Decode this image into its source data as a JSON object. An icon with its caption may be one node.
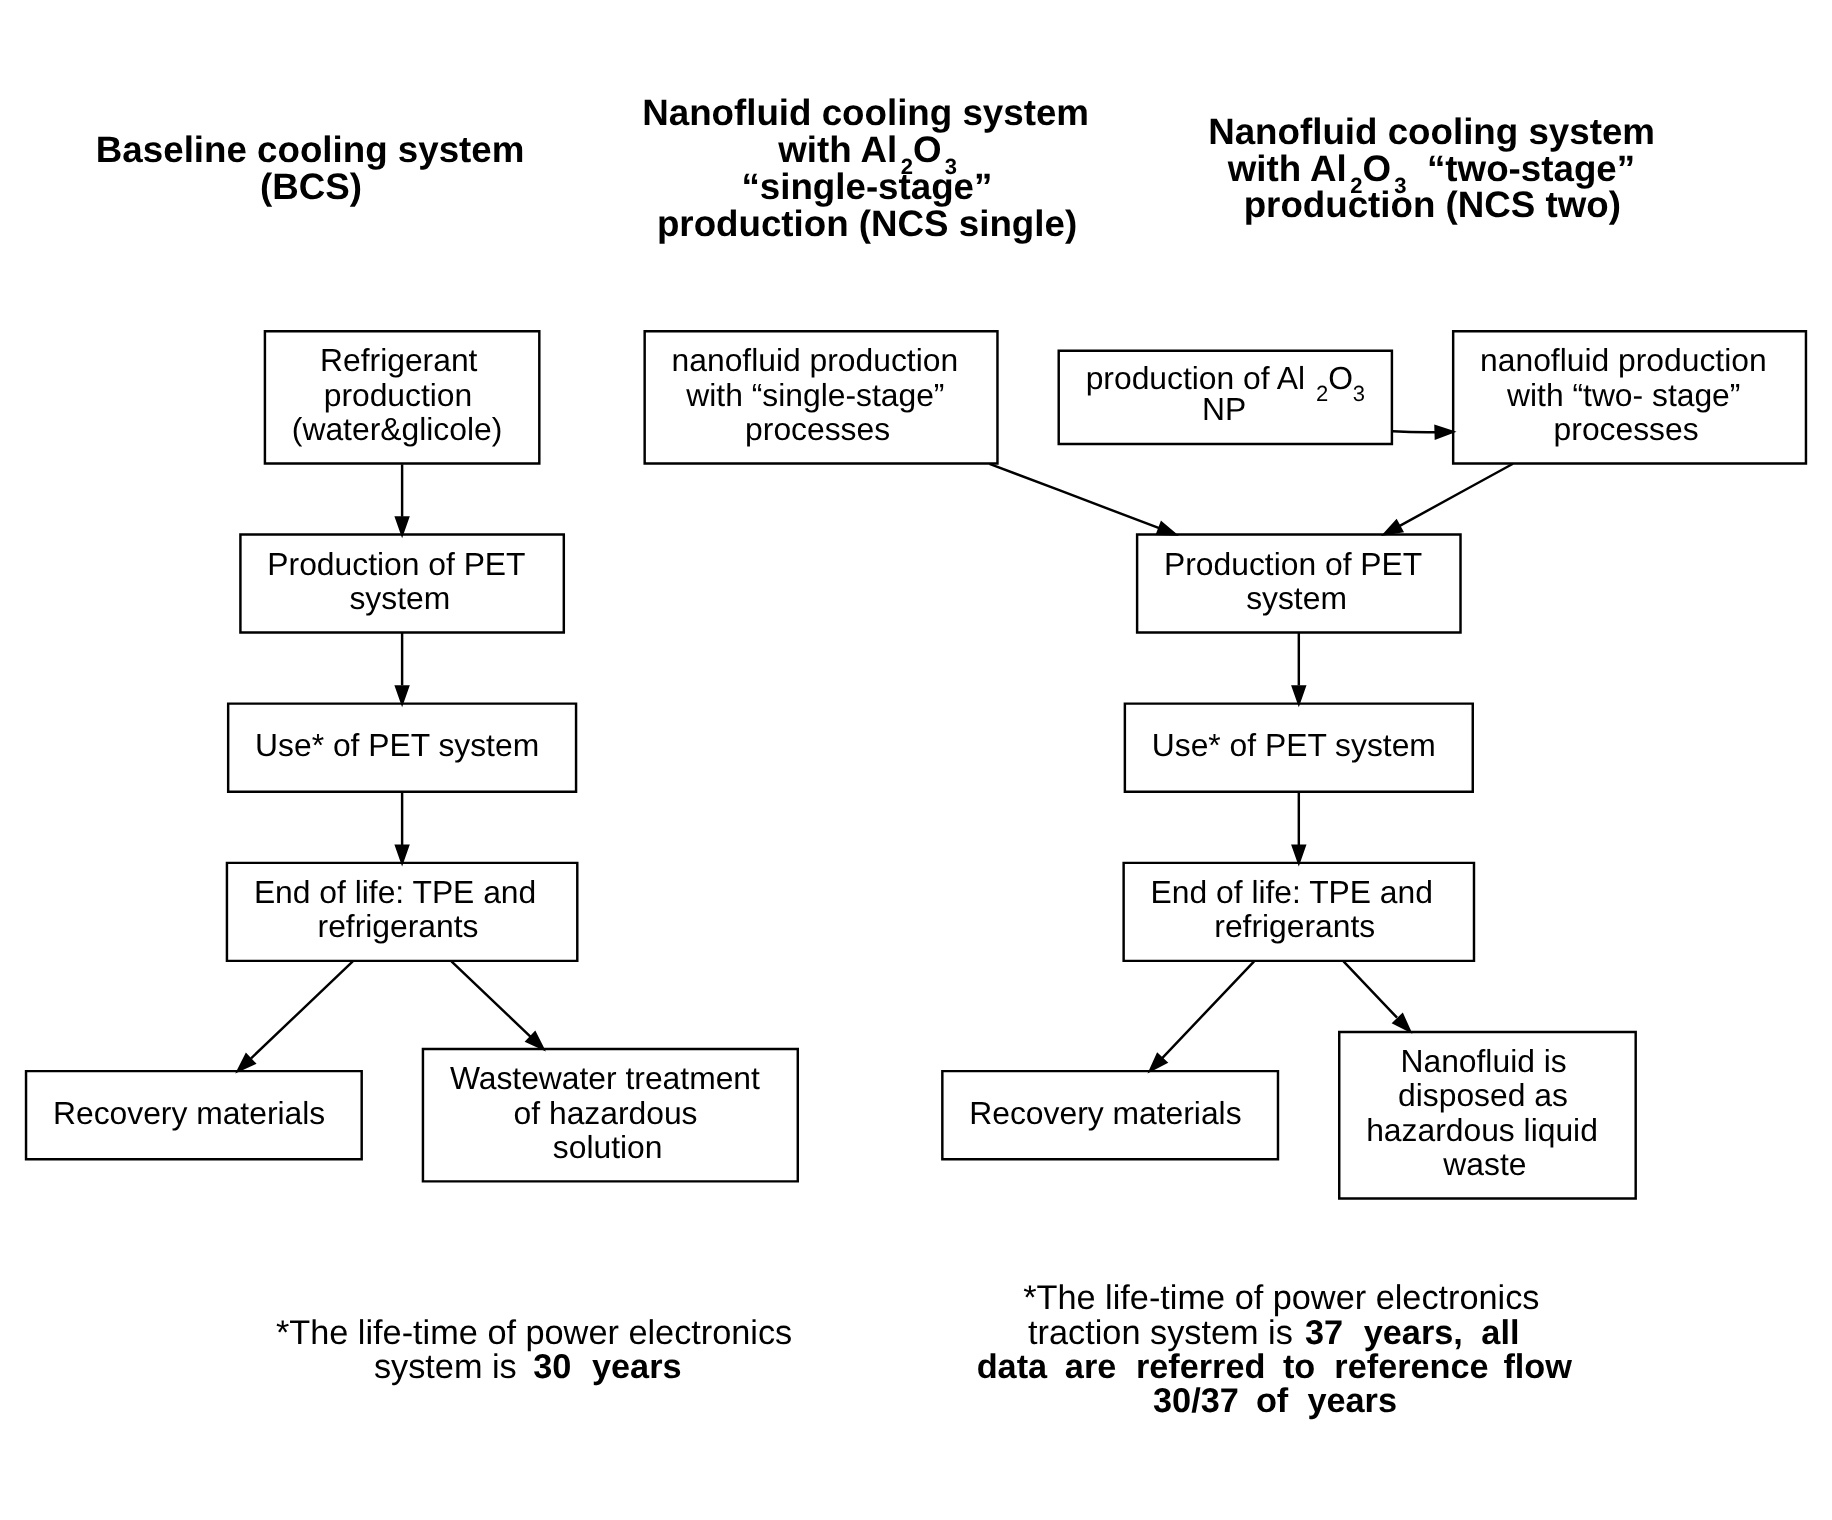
{
  "diagram": {
    "nodes": [
      {
        "text": [
          "Refrigerant production (water&glicole)"
        ]
      },
      {
        "text": [
          "Production of PET system"
        ]
      },
      {
        "text": [
          "Use* of PET system"
        ]
      },
      {
        "text": [
          "End of life: TPE and refrigerants"
        ]
      },
      {
        "text": [
          "Recovery materials"
        ]
      },
      {
        "text": [
          "Wastewater treatment of hazardous solution"
        ]
      },
      {
        "text": [
          "nanofluid production with “single-stage” processes"
        ]
      },
      {
        "text": [
          "production of Al$_{2}$O$_{3}$ NP"
        ]
      },
      {
        "text": [
          "nanofluid production with “two- stage” processes"
        ]
      },
      {
        "text": [
          "Production of PET system"
        ]
      },
      {
        "text": [
          "Use* of PET system"
        ]
      },
      {
        "text": [
          "End of life: TPE and refrigerants"
        ]
      },
      {
        "text": [
          "Recovery materials"
        ]
      },
      {
        "text": [
          "Nanofluid is disposed as hazardous liquid waste"
        ]
      }
    ],
    "edges": [
      {
        "from": 0,
        "to": 1,
        "arrow": "to"
      },
      {
        "from": 1,
        "to": 2,
        "arrow": "to"
      },
      {
        "from": 2,
        "to": 3,
        "arrow": "to"
      },
      {
        "from": 3,
        "to": 4,
        "arrow": "to"
      },
      {
        "from": 3,
        "to": 5,
        "arrow": "to"
      },
      {
        "from": 7,
        "to": 8,
        "arrow": "to"
      },
      {
        "from": 6,
        "to": 9,
        "arrow": "to"
      },
      {
        "from": 8,
        "to": 9,
        "arrow": "to"
      },
      {
        "from": 9,
        "to": 10,
        "arrow": "to"
      },
      {
        "from": 10,
        "to": 11,
        "arrow": "to"
      },
      {
        "from": 11,
        "to": 12,
        "arrow": "to"
      },
      {
        "from": 11,
        "to": 13,
        "arrow": "to"
      }
    ],
    "labels": [
      "Baseline cooling system (BCS)",
      "Nanofluid cooling system with Al$_{2}$O$_{3}$ “single-stage” production (NCS single)",
      "Nanofluid cooling system with Al$_{2}$O$_{3}$ “two-stage” production (NCS two)",
      "*The life-time of power electronics system is **30 years**",
      "*The life-time of power electronics traction system is **37 years, all data are referred to reference flow 30/37 of years**"
    ]
  }
}
